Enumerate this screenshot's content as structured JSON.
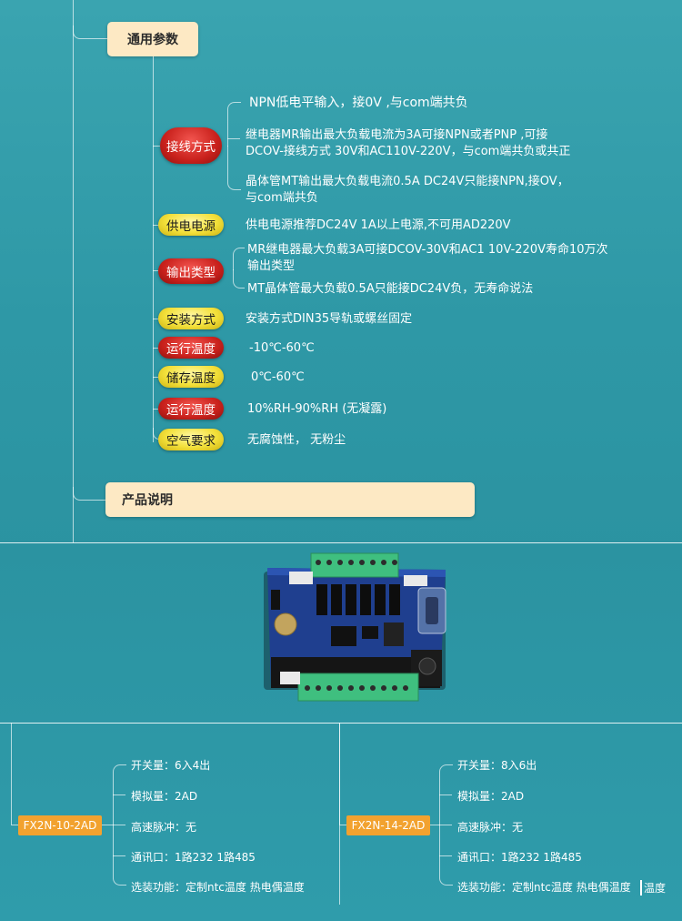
{
  "general": {
    "title": "通用参数",
    "params": [
      {
        "label": "接线方式",
        "style": "red",
        "lines": [
          "NPN低电平输入，接0V ,与com端共负",
          "继电器MR输出最大负载电流为3A可接NPN或者PNP ,可接",
          "DCOV-接线方式  30V和AC110V-220V，与com端共负或共正",
          "晶体管MT输出最大负载电流0.5A DC24V只能接NPN,接OV，",
          "与com端共负"
        ]
      },
      {
        "label": "供电电源",
        "style": "yellow",
        "lines": [
          "供电电源推荐DC24V 1A以上电源,不可用AD220V"
        ]
      },
      {
        "label": "输出类型",
        "style": "red",
        "lines": [
          "MR继电器最大负载3A可接DCOV-30V和AC1 10V-220V寿命10万次",
          "输出类型",
          "MT晶体管最大负载0.5A只能接DC24V负，无寿命说法"
        ]
      },
      {
        "label": "安装方式",
        "style": "yellow",
        "lines": [
          "安装方式DIN35导轨或螺丝固定"
        ]
      },
      {
        "label": "运行温度",
        "style": "red",
        "lines": [
          "-10℃-60℃"
        ]
      },
      {
        "label": "储存温度",
        "style": "yellow",
        "lines": [
          "0℃-60℃"
        ]
      },
      {
        "label": "运行温度",
        "style": "red",
        "lines": [
          "10%RH-90%RH (无凝露)"
        ]
      },
      {
        "label": "空气要求",
        "style": "yellow",
        "lines": [
          "无腐蚀性，  无粉尘"
        ]
      }
    ]
  },
  "product": {
    "title": "产品说明"
  },
  "models": [
    {
      "name": "FX2N-10-2AD",
      "specs": [
        "开关量：6入4出",
        "模拟量：2AD",
        "高速脉冲：无",
        "通讯口：1路232 1路485",
        "选装功能：定制ntc温度 热电偶温度"
      ]
    },
    {
      "name": "FX2N-14-2AD",
      "specs": [
        "开关量：8入6出",
        "模拟量：2AD",
        "高速脉冲：无",
        "通讯口：1路232 1路485",
        "选装功能：定制ntc温度 热电偶温度"
      ],
      "extra": "温度"
    }
  ],
  "colors": {
    "background": "#2f9aa7",
    "section_box": "#fde9c4",
    "tag": "#f2a22f",
    "pill_red": "#c9211c",
    "pill_yellow": "#f3e03a"
  }
}
